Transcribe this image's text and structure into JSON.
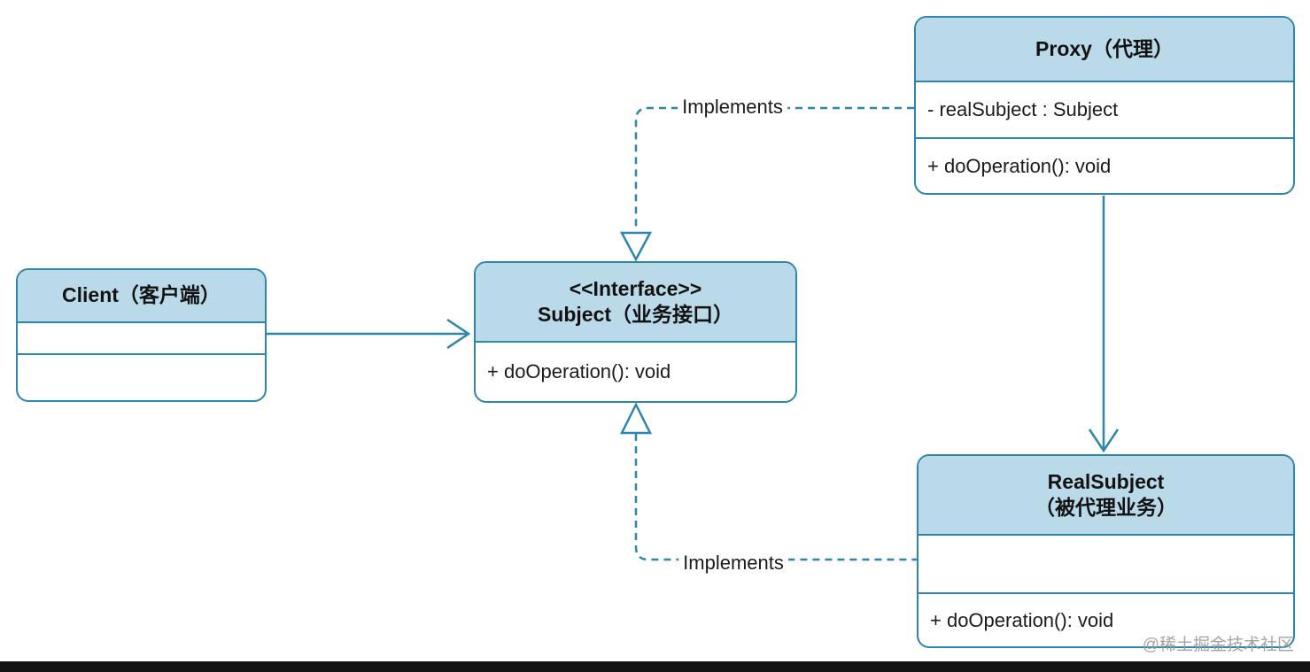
{
  "diagram": {
    "type": "uml-class-diagram",
    "pattern": "Proxy pattern",
    "classes": {
      "client": {
        "name": "Client（客户端）"
      },
      "subject": {
        "stereotype": "<<Interface>>",
        "name": "Subject（业务接口）",
        "method": "+ doOperation(): void"
      },
      "proxy": {
        "name": "Proxy（代理）",
        "attribute": "- realSubject : Subject",
        "method": "+ doOperation(): void"
      },
      "real_subject": {
        "name_line1": "RealSubject",
        "name_line2": "（被代理业务）",
        "method": "+ doOperation(): void"
      }
    },
    "labels": {
      "implements_top": "Implements",
      "implements_bottom": "Implements"
    },
    "watermark": "@稀土掘金技术社区",
    "colors": {
      "stroke": "#2E86A8",
      "header_fill": "#BAD9E9",
      "text": "#1B1B1B",
      "watermark": "#9B9B9B",
      "bottom_bar": "#131313",
      "background": "#FFFFFF"
    }
  }
}
